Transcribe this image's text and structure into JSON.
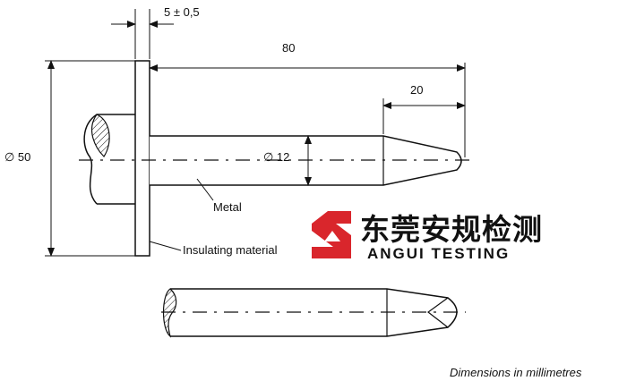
{
  "dimensions": {
    "thickness": "5 ± 0,5",
    "length": "80",
    "tip_length": "20",
    "diameter_plate": "∅ 50",
    "diameter_pin": "∅ 12"
  },
  "labels": {
    "metal": "Metal",
    "insulating": "Insulating material"
  },
  "watermark": {
    "chinese": "东莞安规检测",
    "english": "ANGUI TESTING",
    "logo_color": "#d9262c"
  },
  "footer": {
    "units_note": "Dimensions in millimetres"
  }
}
